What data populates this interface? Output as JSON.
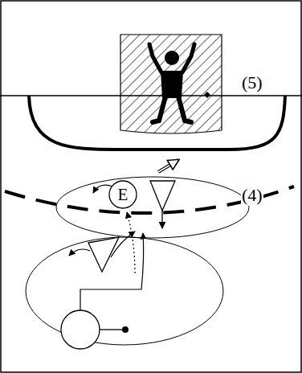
{
  "diagram": {
    "nodes": [
      {
        "text": [
          "E"
        ]
      }
    ],
    "labels": [
      "(5)",
      "(4)"
    ]
  }
}
